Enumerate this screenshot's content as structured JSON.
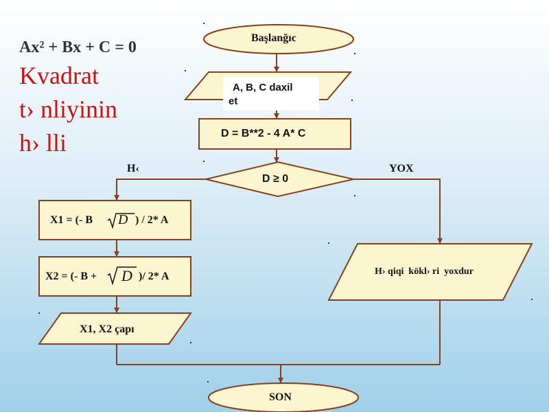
{
  "header": {
    "equation": "Ax² + Bx + C = 0",
    "title_line1": "Kvadrat",
    "title_line2": "t› nliyinin",
    "title_line3": "h› lli"
  },
  "flowchart": {
    "start": "Başlanğıc",
    "input": "A, B, C daxil",
    "input_cont": "et",
    "discriminant": "D = B**2 - 4 A* C",
    "condition": "D ≥ 0",
    "yes_label": "H‹",
    "no_label": "YOX",
    "x1_prefix": "X1 = (- B",
    "x1_suffix": ") / 2* A",
    "x2_prefix": "X2 = (- B +",
    "x2_suffix": ")/ 2* A",
    "sqrt_var": "D",
    "output": "X1, X2 çapı",
    "no_roots": "H› qiqi  kökl› ri  yoxdur",
    "end": "SON"
  },
  "colors": {
    "shape_fill": "#fbf6d0",
    "line": "#8a3d1a",
    "title_red": "#cc1111"
  }
}
